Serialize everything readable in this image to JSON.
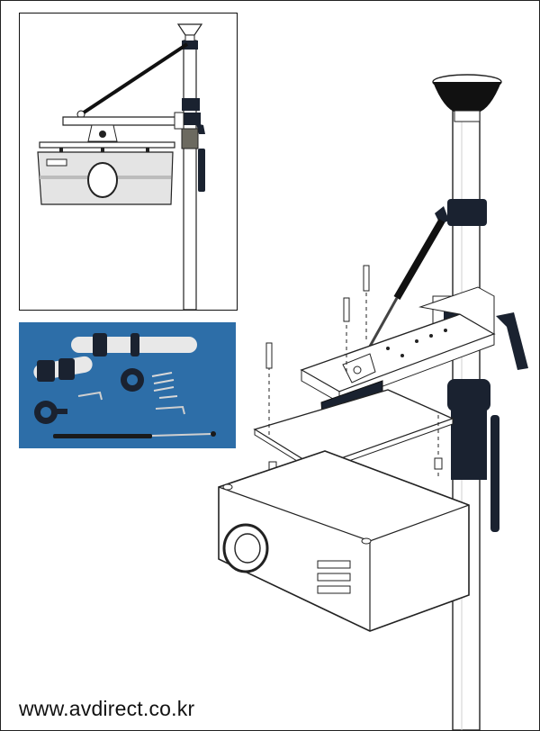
{
  "footer": {
    "url": "www.avdirect.co.kr"
  },
  "colors": {
    "photo_background": "#2d6ea8",
    "ink": "#111111",
    "dark_part": "#1a2230",
    "pole_white": "#e8e8e8"
  },
  "illustrations": {
    "top_inset": "projector-pole-mount-assembled-drawing",
    "photo_inset": "mount-parts-kit-photo",
    "main": "projector-pole-mount-exploded-drawing"
  }
}
